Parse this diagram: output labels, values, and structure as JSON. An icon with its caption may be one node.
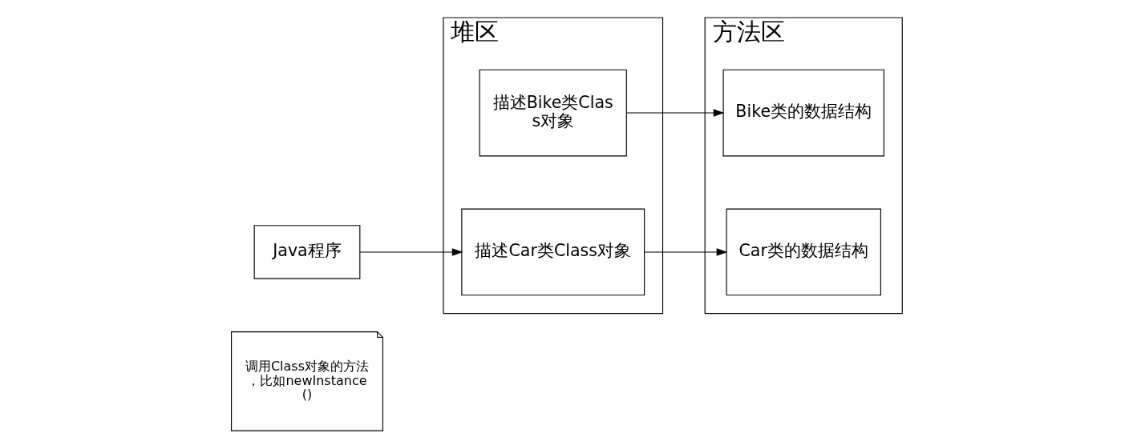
{
  "diagram": {
    "nodes": [
      {
        "text": [
          "Java程序"
        ]
      },
      {
        "text": [
          "调用Class对象的方法，比如newInstance()"
        ]
      },
      {
        "text": [
          "堆区"
        ]
      },
      {
        "text": [
          "描述Car类Class对象"
        ],
        "in": 2
      },
      {
        "text": [
          "描述Bike类Class对象"
        ],
        "in": 2
      },
      {
        "text": [
          "方法区"
        ]
      },
      {
        "text": [
          "Car类的数据结构"
        ],
        "in": 5
      },
      {
        "text": [
          "Bike类的数据结构"
        ],
        "in": 5
      }
    ],
    "edges": [
      {
        "from": 0,
        "to": 3,
        "arrow": "to"
      },
      {
        "from": 3,
        "to": 6,
        "arrow": "to"
      },
      {
        "from": 4,
        "to": 7,
        "arrow": "to"
      }
    ]
  }
}
